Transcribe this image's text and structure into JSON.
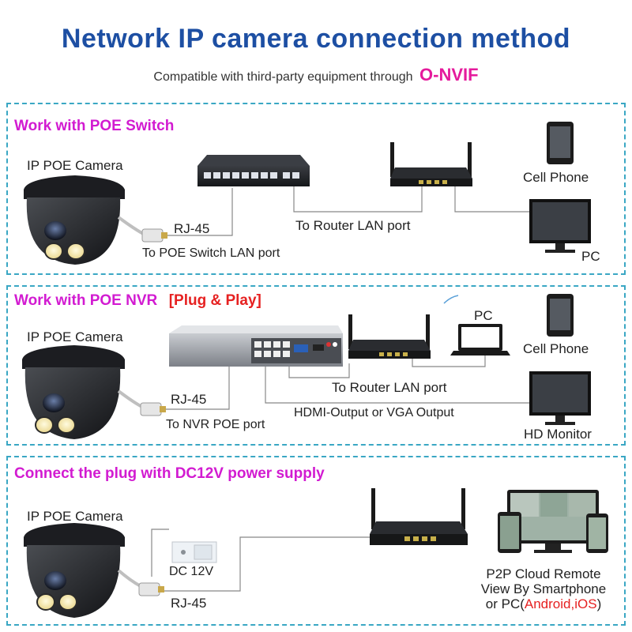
{
  "title": "Network IP camera connection method",
  "subtitle": {
    "text": "Compatible with third-party equipment through",
    "highlight": "O-NVIF"
  },
  "colors": {
    "title": "#1d4fa3",
    "section_title": "#d21bd1",
    "accent_red": "#e62121",
    "border": "#3aa7c4"
  },
  "sections": [
    {
      "title": "Work with POE Switch",
      "labels": {
        "camera": "IP POE Camera",
        "rj45": "RJ-45",
        "port": "To POE Switch LAN port",
        "router": "To Router LAN port",
        "phone": "Cell Phone",
        "pc": "PC"
      }
    },
    {
      "title": "Work with POE NVR",
      "tag": "[Plug & Play]",
      "labels": {
        "camera": "IP POE Camera",
        "rj45": "RJ-45",
        "port": "To NVR POE port",
        "router": "To Router LAN port",
        "output": "HDMI-Output or VGA Output",
        "pc": "PC",
        "phone": "Cell Phone",
        "monitor": "HD Monitor"
      }
    },
    {
      "title": "Connect the plug with DC12V power supply",
      "labels": {
        "camera": "IP POE Camera",
        "dc": "DC 12V",
        "rj45": "RJ-45",
        "p2p_line1": "P2P Cloud Remote",
        "p2p_line2": "View By Smartphone",
        "p2p_line3_prefix": "or PC(",
        "p2p_line3_highlight": "Android,iOS",
        "p2p_line3_suffix": ")"
      }
    }
  ]
}
